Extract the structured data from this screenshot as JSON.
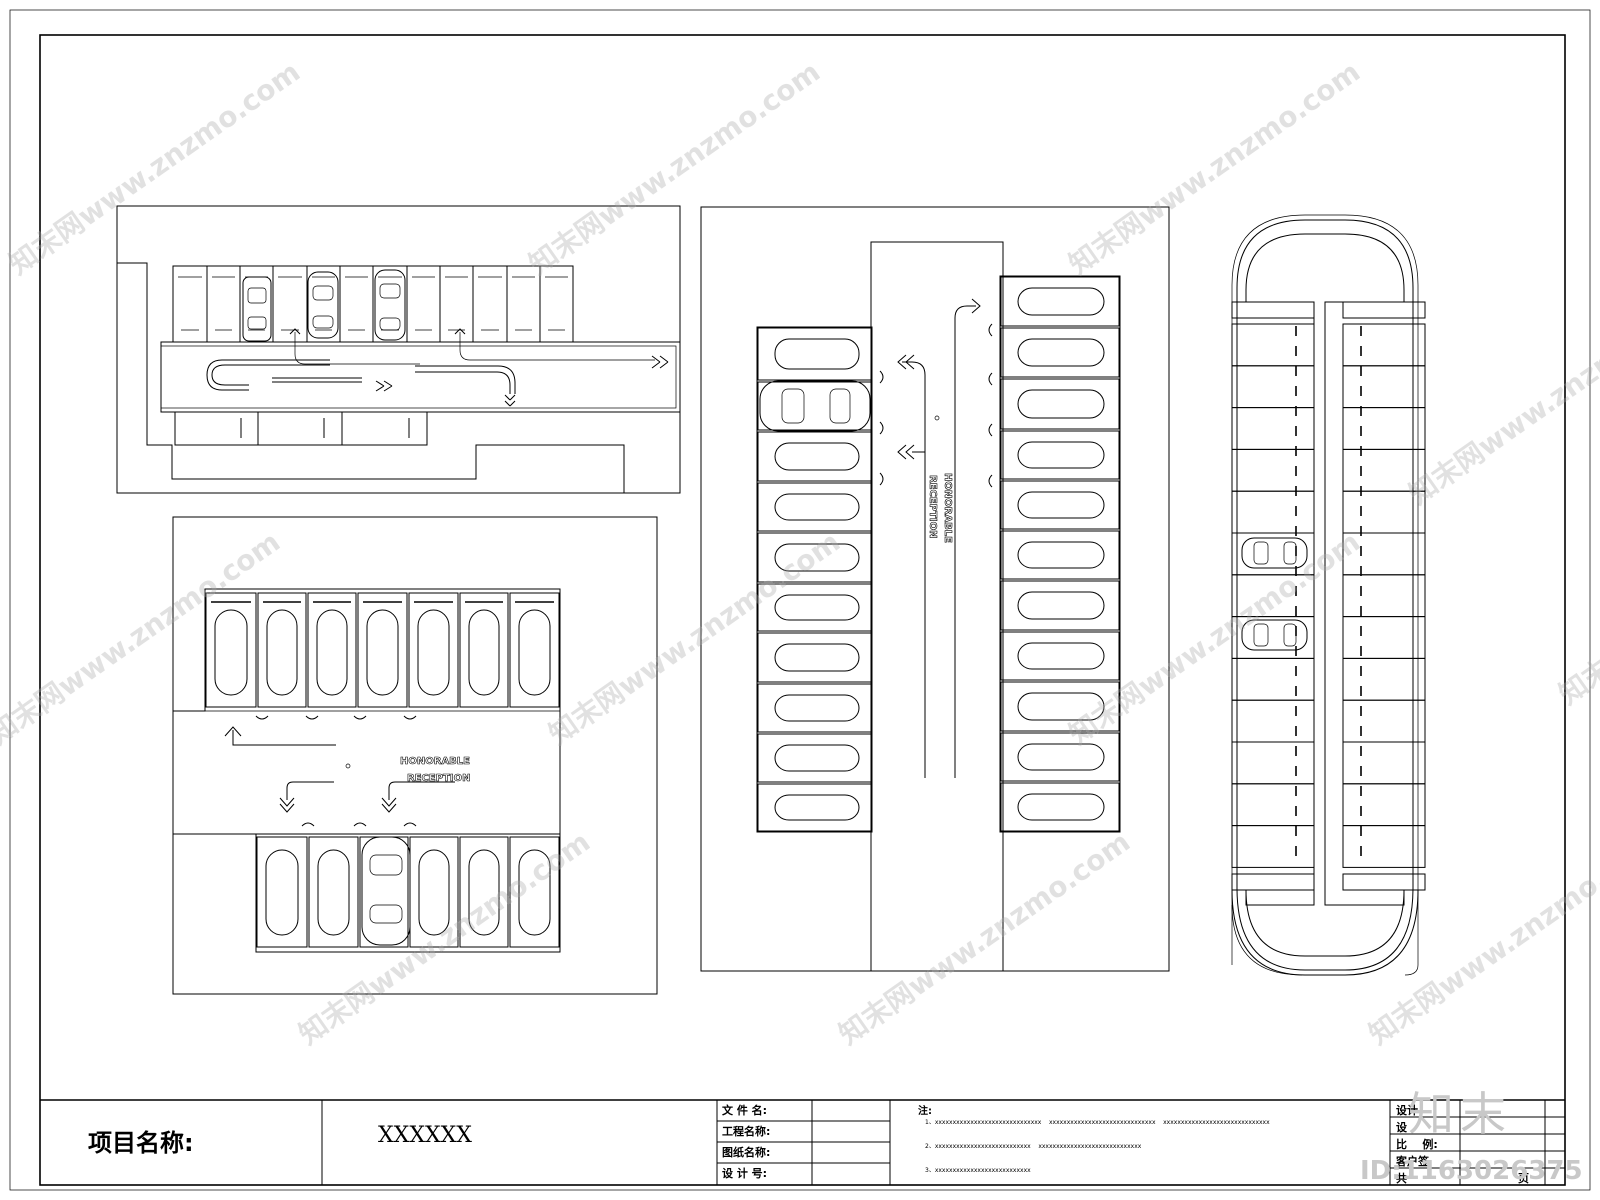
{
  "title_block": {
    "project_label": "项目名称:",
    "project_value": "XXXXXX",
    "file_name": "文 件 名:",
    "project_name": "工程名称:",
    "drawing_name": "图纸名称:",
    "design_no": "设 计 号:",
    "notes_label": "注:",
    "note1": "1、xxxxxxxxxxxxxxxxxxxxxxxxxxxxxx    xxxxxxxxxxxxxxxxxxxxxxxxxxxxxx    xxxxxxxxxxxxxxxxxxxxxxxxxxxxxx",
    "note2": "2、xxxxxxxxxxxxxxxxxxxxxxxxxxx    xxxxxxxxxxxxxxxxxxxxxxxxxxxxx",
    "note3": "3、xxxxxxxxxxxxxxxxxxxxxxxxxxx",
    "design": "设计",
    "review": "设",
    "scale": "比    例:",
    "client_sign": "客户签",
    "total": "共",
    "page": "页"
  },
  "labels": {
    "honorable": "HONORABLE",
    "reception": "RECEPTION"
  },
  "watermark": {
    "text": "知末网www.znzmo.com",
    "logo": "知末",
    "id": "ID:1163026375"
  }
}
